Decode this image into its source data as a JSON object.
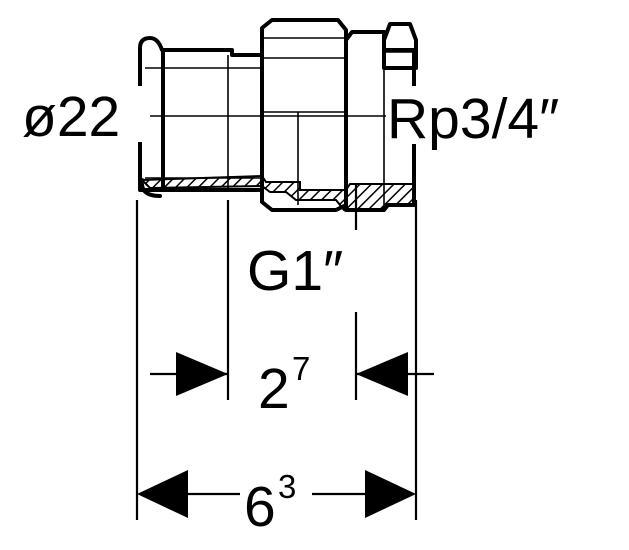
{
  "labels": {
    "diameter": "ø22",
    "thread_right": "Rp3/4″",
    "thread_bottom": "G1″",
    "dim_inner_base": "2",
    "dim_inner_sup": "7",
    "dim_outer_base": "6",
    "dim_outer_sup": "3"
  },
  "colors": {
    "line": "#000000",
    "background": "#ffffff"
  }
}
